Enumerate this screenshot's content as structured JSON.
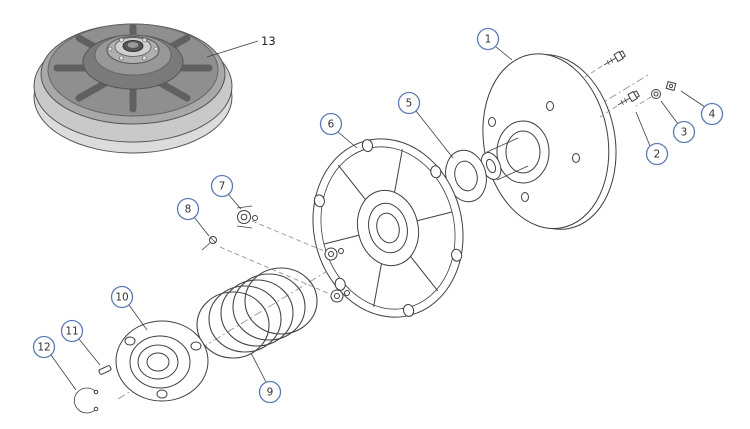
{
  "page": {
    "background": "#ffffff"
  },
  "diagram": {
    "type": "exploded-parts-diagram",
    "subject": "driven-clutch-assembly",
    "colors": {
      "line": "#3f3f3f",
      "callout_ring": "#5b79b2",
      "callout_text": "#333333",
      "shade_light": "#d6d6d6",
      "shade_mid": "#a8a8a8",
      "shade_dark": "#707070"
    },
    "callouts": [
      {
        "label": "1"
      },
      {
        "label": "2"
      },
      {
        "label": "3"
      },
      {
        "label": "4"
      },
      {
        "label": "5"
      },
      {
        "label": "6"
      },
      {
        "label": "7"
      },
      {
        "label": "8"
      },
      {
        "label": "9"
      },
      {
        "label": "10"
      },
      {
        "label": "11"
      },
      {
        "label": "12"
      }
    ],
    "assembled_label": "13"
  }
}
